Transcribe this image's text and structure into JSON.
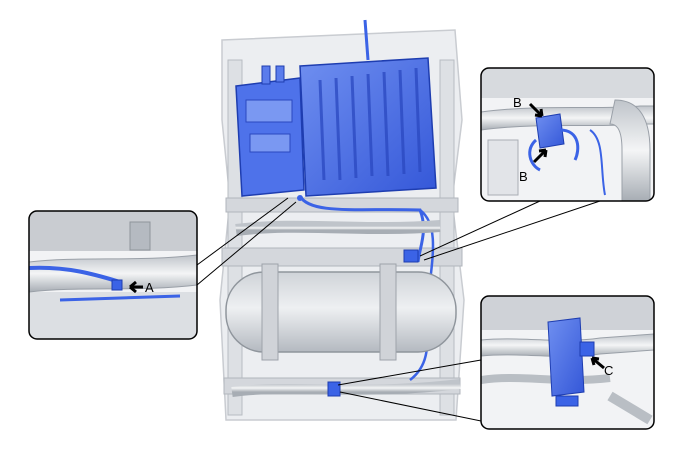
{
  "callouts": {
    "a": "A",
    "b_top": "B",
    "b_bottom": "B",
    "c": "C"
  },
  "colors": {
    "component_blue": "#3b63e6",
    "component_blue_light": "#6f8ff0",
    "chassis_gray": "#e4e6ea",
    "chassis_dark": "#9aa0a8",
    "inset_border": "#000000"
  }
}
